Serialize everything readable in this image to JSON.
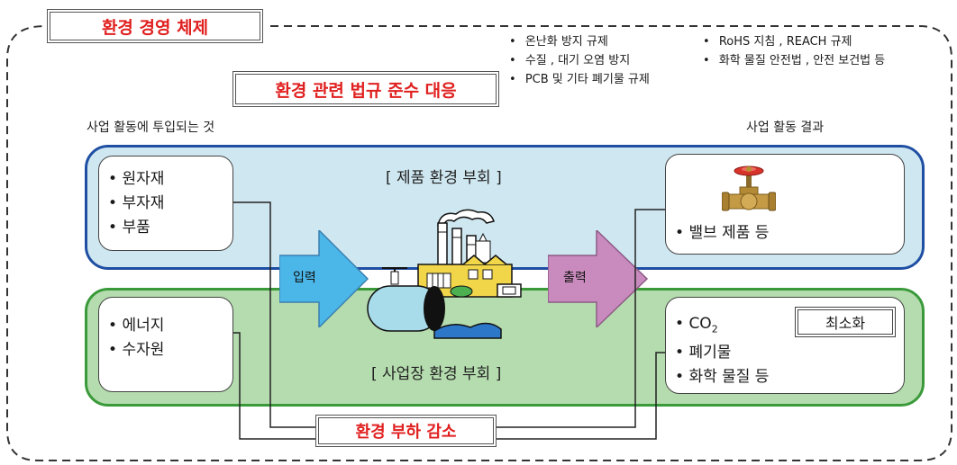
{
  "title": "환경 경영 체제",
  "compliance_title": "환경 관련 법규 준수 대응",
  "regulations_left": [
    "온난화 방지 규제",
    "수질 , 대기 오염 방지",
    "PCB 및 기타 폐기물 규제"
  ],
  "regulations_right": [
    "RoHS 지침 , REACH 규제",
    "화학 물질 안전법 , 안전 보건법 등"
  ],
  "input_caption": "사업 활동에 투입되는 것",
  "output_caption": "사업 활동 결과",
  "product_load_title": "[ 제품 환경 부회 ]",
  "site_load_title": "[ 사업장 환경 부회 ]",
  "materials": [
    "원자재",
    "부자재",
    "부품"
  ],
  "resources": [
    "에너지",
    "수자원"
  ],
  "product_results": [
    "밸브 제품 등"
  ],
  "emission_results": {
    "co2": "CO",
    "co2_sub": "2",
    "items": [
      "폐기물",
      "화학 물질 등"
    ]
  },
  "minimize_label": "최소화",
  "input_arrow_label": "입력",
  "output_arrow_label": "출력",
  "reduction_label": "환경 부하 감소",
  "colors": {
    "title_red": "#e0201f",
    "band_blue": "#cfe7f0",
    "band_green": "#b5dcae",
    "arrow_in": "#4bb6e8",
    "arrow_out": "#c98bbd"
  }
}
